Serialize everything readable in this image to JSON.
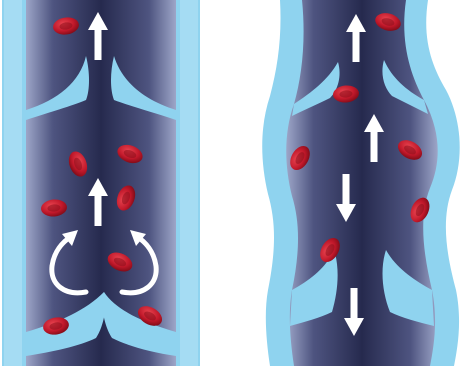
{
  "illustration": {
    "panels": [
      {
        "id": "healthy-vein",
        "valves": "closed-lower-open-upper",
        "flow": [
          "up",
          "up",
          "backflow-blocked-left",
          "backflow-blocked-right"
        ]
      },
      {
        "id": "varicose-vein",
        "valves": "incompetent",
        "flow": [
          "up",
          "up",
          "down",
          "down"
        ]
      }
    ],
    "colors": {
      "vessel_wall": "#8fd3ef",
      "vessel_wall_light": "#b4e3f5",
      "lumen_dark": "#262a4e",
      "lumen_mid": "#4e5480",
      "lumen_edge": "#9da6c8",
      "blood_cell": "#c0182a",
      "blood_cell_dark": "#7d0b17",
      "arrow": "#ffffff"
    }
  }
}
